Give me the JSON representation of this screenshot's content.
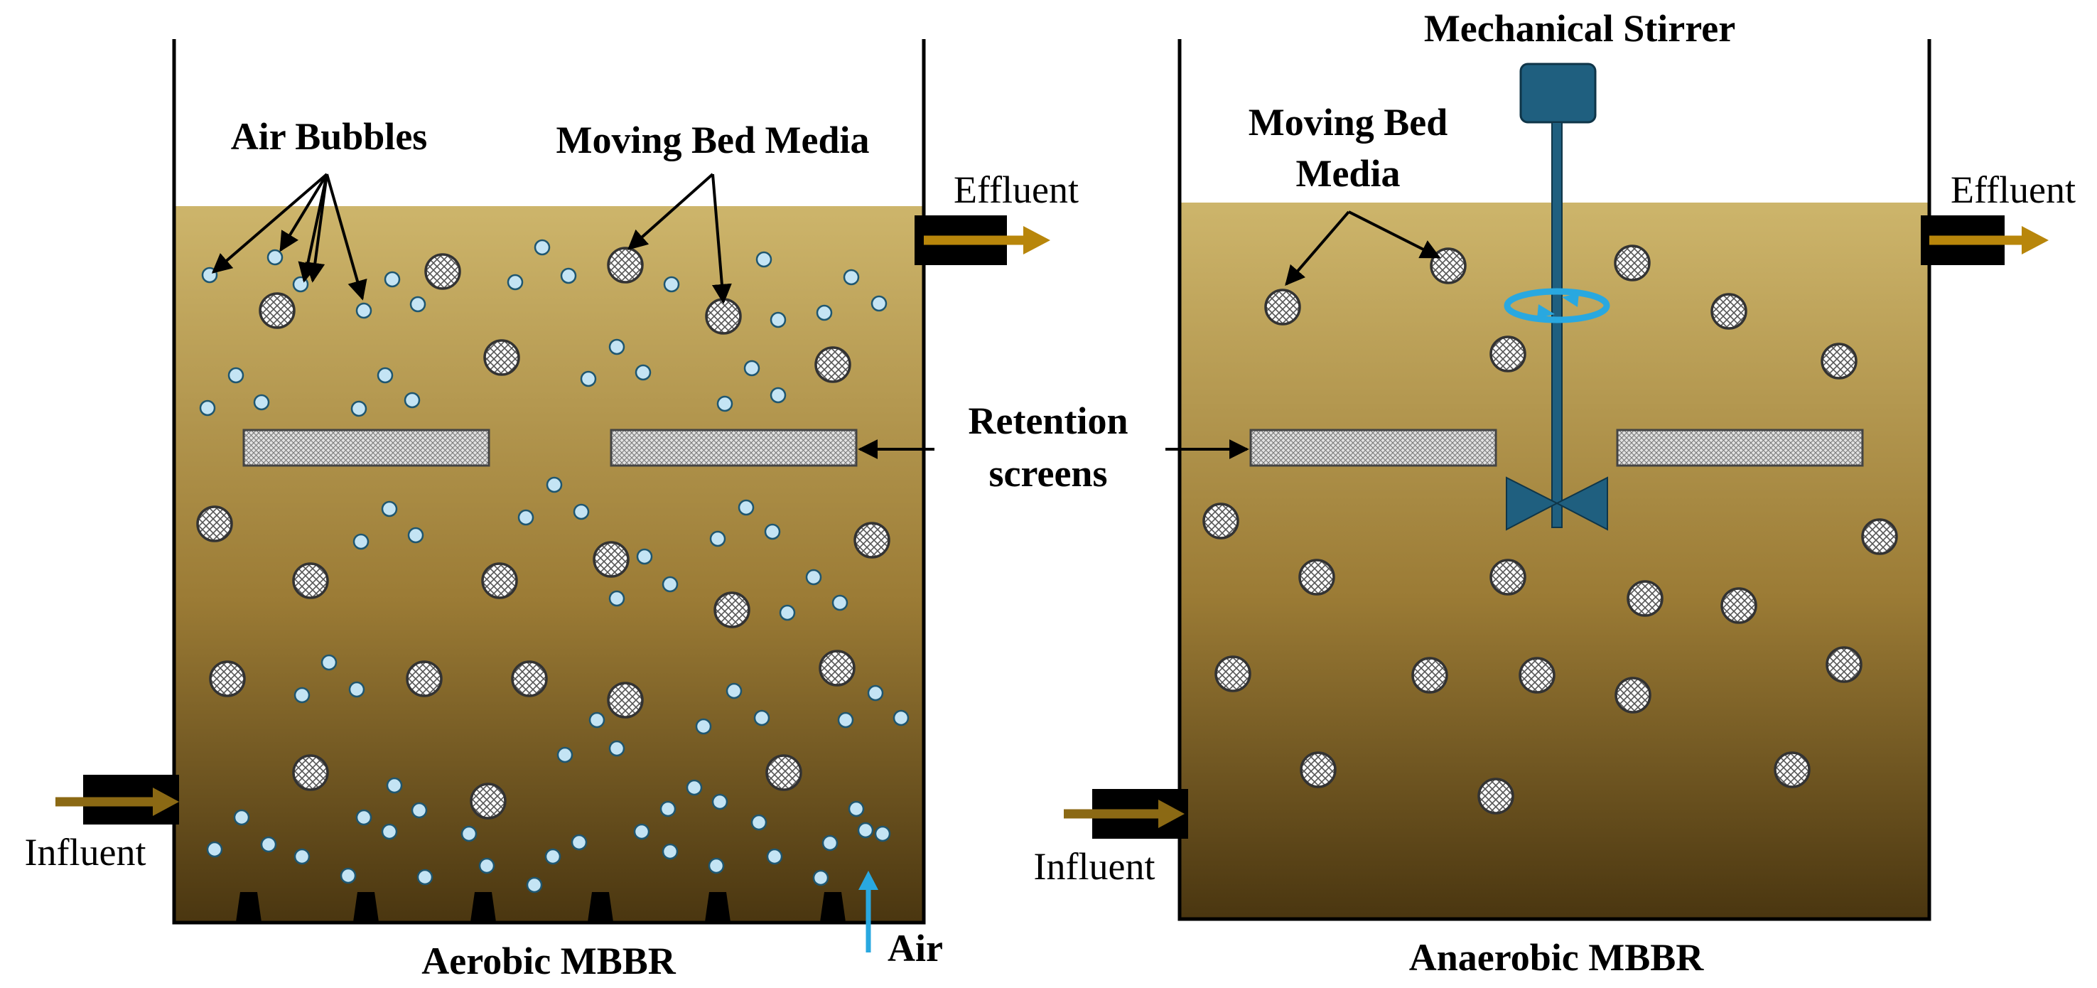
{
  "labels": {
    "air_bubbles": "Air Bubbles",
    "moving_bed_media": "Moving Bed Media",
    "effluent": "Effluent",
    "influent": "Influent",
    "retention_line1": "Retention",
    "retention_line2": "screens",
    "aerobic_title": "Aerobic MBBR",
    "air": "Air",
    "mechanical_stirrer": "Mechanical Stirrer",
    "moving_bed_line1": "Moving Bed",
    "moving_bed_line2": "Media",
    "effluent_right": "Effluent",
    "influent_right": "Influent",
    "anaerobic_title": "Anaerobic MBBR"
  },
  "colors": {
    "liquid_top": "#cdb56b",
    "liquid_bottom": "#4a3610",
    "bubble_fill": "#c4e4f4",
    "bubble_stroke": "#1e5670",
    "stirrer": "#1f5f7f",
    "rotation_arrow": "#29a8e0",
    "air_arrow": "#29a8e0",
    "flow_arrow": "#b8860b",
    "port": "#000000"
  },
  "icons": {
    "media": "crosshatch-circle-icon",
    "bubble": "air-bubble-icon",
    "diffuser": "air-diffuser-icon",
    "stirrer": "mechanical-stirrer-icon"
  }
}
